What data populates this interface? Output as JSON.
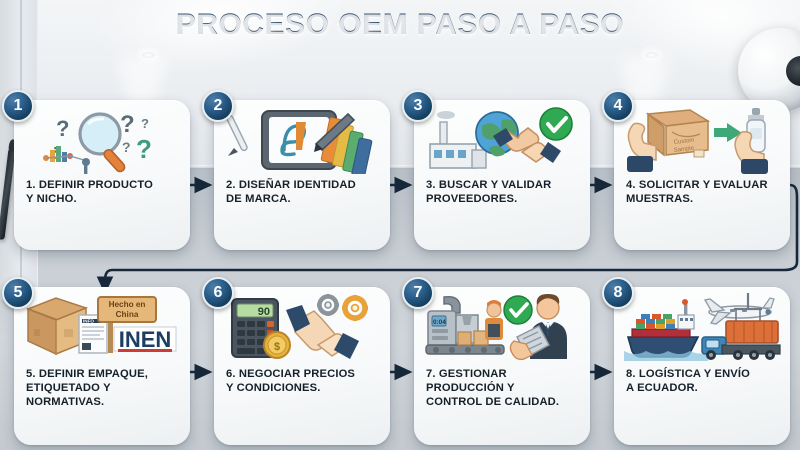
{
  "title": "PROCESO OEM PASO A PASO",
  "theme": {
    "badge_color": "#17405f",
    "title_color": "#16324f",
    "card_bg": "#fdfefe",
    "connector_color": "#17283a",
    "accent_green": "#2faa52",
    "wall_color": "#eceff2",
    "floor_color": "#c6ccd2"
  },
  "steps": [
    {
      "number": "1",
      "label": "1. DEFINIR PRODUCTO\nY NICHO.",
      "icon": "magnifier-question-marks-icon",
      "row": 1
    },
    {
      "number": "2",
      "label": "2. DISEÑAR IDENTIDAD\nDE MARCA.",
      "icon": "tablet-stylus-color-swatches-icon",
      "row": 1
    },
    {
      "number": "3",
      "label": "3. BUSCAR Y VALIDAR\nPROVEEDORES.",
      "icon": "factory-globe-handshake-check-icon",
      "row": 1
    },
    {
      "number": "4",
      "label": "4. SOLICITAR Y EVALUAR\nMUESTRAS.",
      "icon": "hands-box-sample-bottle-icon",
      "row": 1
    },
    {
      "number": "5",
      "label": "5. DEFINIR EMPAQUE,\nETIQUETADO Y\nNORMATIVAS.",
      "icon": "box-label-sign-inen-icon",
      "row": 2,
      "art_text": {
        "sign": "Hecho en\nChina",
        "standard": "INEN",
        "doc": "INFO"
      }
    },
    {
      "number": "6",
      "label": "6. NEGOCIAR PRECIOS\nY CONDICIONES.",
      "icon": "calculator-coin-handshake-gears-icon",
      "row": 2,
      "art_text": {
        "display": "90",
        "coin": "$"
      }
    },
    {
      "number": "7",
      "label": "7. GESTIONAR\nPRODUCCIÓN Y\nCONTROL DE CALIDAD.",
      "icon": "production-line-inspector-check-icon",
      "row": 2
    },
    {
      "number": "8",
      "label": "8. LOGÍSTICA Y ENVÍO\nA ECUADOR.",
      "icon": "ship-plane-truck-container-icon",
      "row": 2
    }
  ],
  "connectors": [
    {
      "name": "arrow-step1-to-step2",
      "type": "horizontal"
    },
    {
      "name": "arrow-step2-to-step3",
      "type": "horizontal"
    },
    {
      "name": "arrow-step3-to-step4",
      "type": "horizontal"
    },
    {
      "name": "arrow-step4-to-step5",
      "type": "wrap-around"
    },
    {
      "name": "arrow-step5-to-step6",
      "type": "horizontal"
    },
    {
      "name": "arrow-step6-to-step7",
      "type": "horizontal"
    },
    {
      "name": "arrow-step7-to-step8",
      "type": "horizontal"
    }
  ]
}
